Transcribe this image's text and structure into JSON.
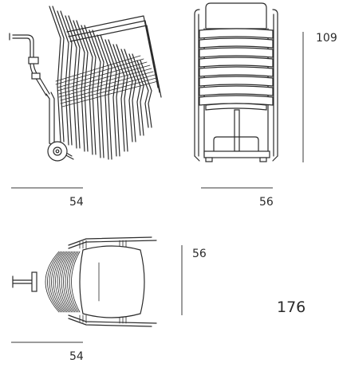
{
  "dimensions": {
    "side_view_width": "54",
    "front_view_width": "56",
    "front_view_height": "109",
    "top_view_depth": "56",
    "top_view_width": "54",
    "stack_count": "176"
  }
}
